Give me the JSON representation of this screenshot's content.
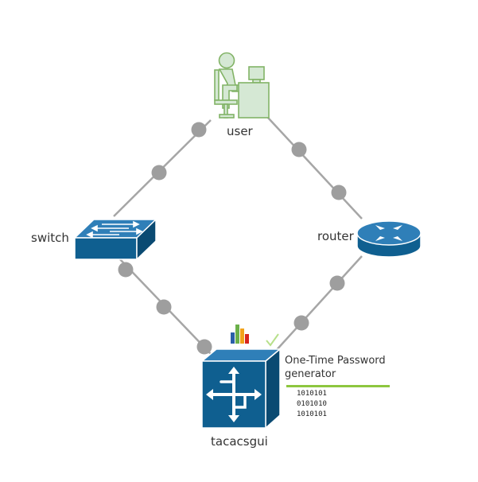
{
  "nodes": {
    "user": "user",
    "switch": "switch",
    "router": "router",
    "server": "tacacsgui"
  },
  "otp": {
    "title": "One-Time Password generator",
    "binary": [
      "1010101",
      "0101010",
      "1010101"
    ]
  },
  "colors": {
    "link": "#a6a6a6",
    "link_dot": "#9e9e9e",
    "device_blue": "#0f5f90",
    "device_blue_dark": "#0a4a72",
    "user_green": "#82b366",
    "user_fill": "#d5e8d4",
    "otp_underline": "#8dc63f",
    "check": "#b7e08a"
  }
}
